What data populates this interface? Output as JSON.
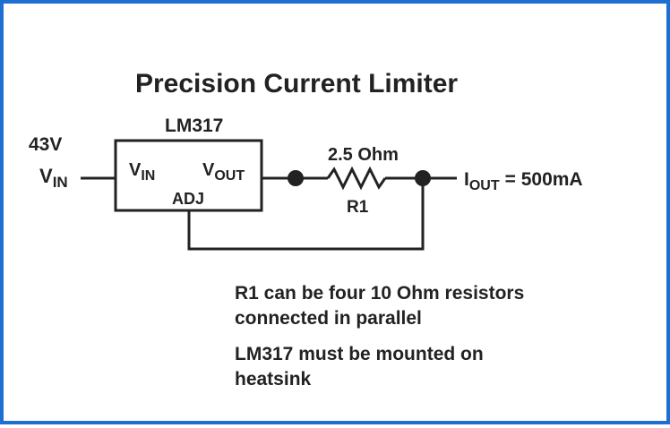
{
  "diagram": {
    "title": "Precision Current Limiter",
    "input_voltage": "43V",
    "vin_terminal": {
      "main": "V",
      "sub": "IN"
    },
    "chip": {
      "name": "LM317",
      "vin_pin": {
        "main": "V",
        "sub": "IN"
      },
      "vout_pin": {
        "main": "V",
        "sub": "OUT"
      },
      "adj_pin": "ADJ"
    },
    "resistor": {
      "value": "2.5 Ohm",
      "ref": "R1"
    },
    "output": {
      "main": "I",
      "sub": "OUT",
      "value": "= 500mA"
    },
    "notes": [
      {
        "line1": "R1 can be four 10 Ohm resistors",
        "line2": "connected in parallel"
      },
      {
        "line1": "LM317 must be mounted on",
        "line2": "heatsink"
      }
    ],
    "colors": {
      "border": "#1f6fd1",
      "ink": "#222222",
      "background": "#ffffff"
    }
  }
}
